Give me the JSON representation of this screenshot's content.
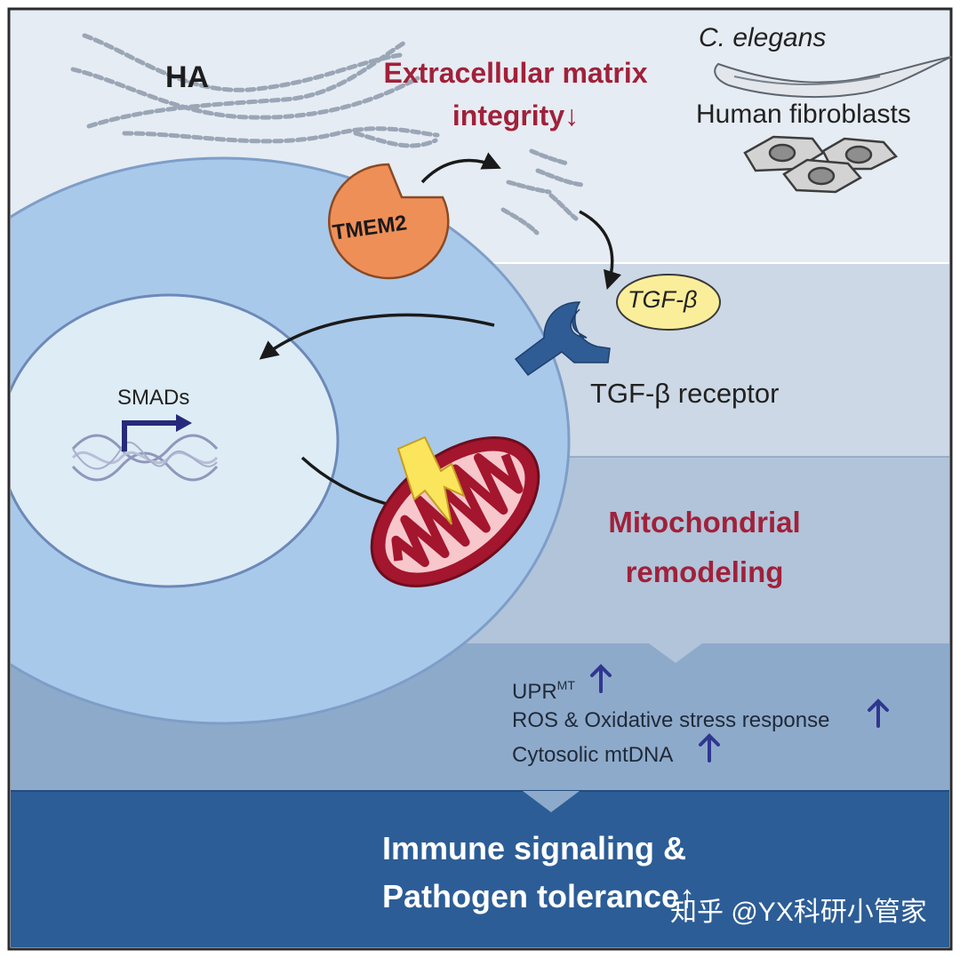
{
  "labels": {
    "ha": "HA",
    "ecm_line1": "Extracellular matrix",
    "ecm_line2": "integrity↓",
    "c_elegans": "C. elegans",
    "human_fibroblasts": "Human fibroblasts",
    "tmem2": "TMEM2",
    "tgf_beta": "TGF-β",
    "tgf_receptor": "TGF-β receptor",
    "smads": "SMADs",
    "mito_line1": "Mitochondrial",
    "mito_line2": "remodeling",
    "upr": "UPR",
    "upr_sup": "MT",
    "ros": "ROS & Oxidative stress response",
    "mtdna": "Cytosolic mtDNA",
    "up_arrow": "↑",
    "immune_line1": "Immune signaling &",
    "immune_line2": "Pathogen tolerance↑",
    "watermark": "知乎 @YX科研小管家"
  },
  "colors": {
    "background_top": "#e6ecf3",
    "cell_cytoplasm": "#a9c9ea",
    "nucleus": "#deecf6",
    "tmem2": "#ef8f58",
    "tgf_beta": "#fbee9b",
    "receptor": "#2f5c95",
    "mitochondrion_outer": "#a3162d",
    "mitochondrion_inner": "#f7c7cc",
    "lightning": "#fae55c",
    "band_outcome": "#2c5d96",
    "emphasis_red": "#a0213a",
    "up_arrow": "#2e3790"
  }
}
